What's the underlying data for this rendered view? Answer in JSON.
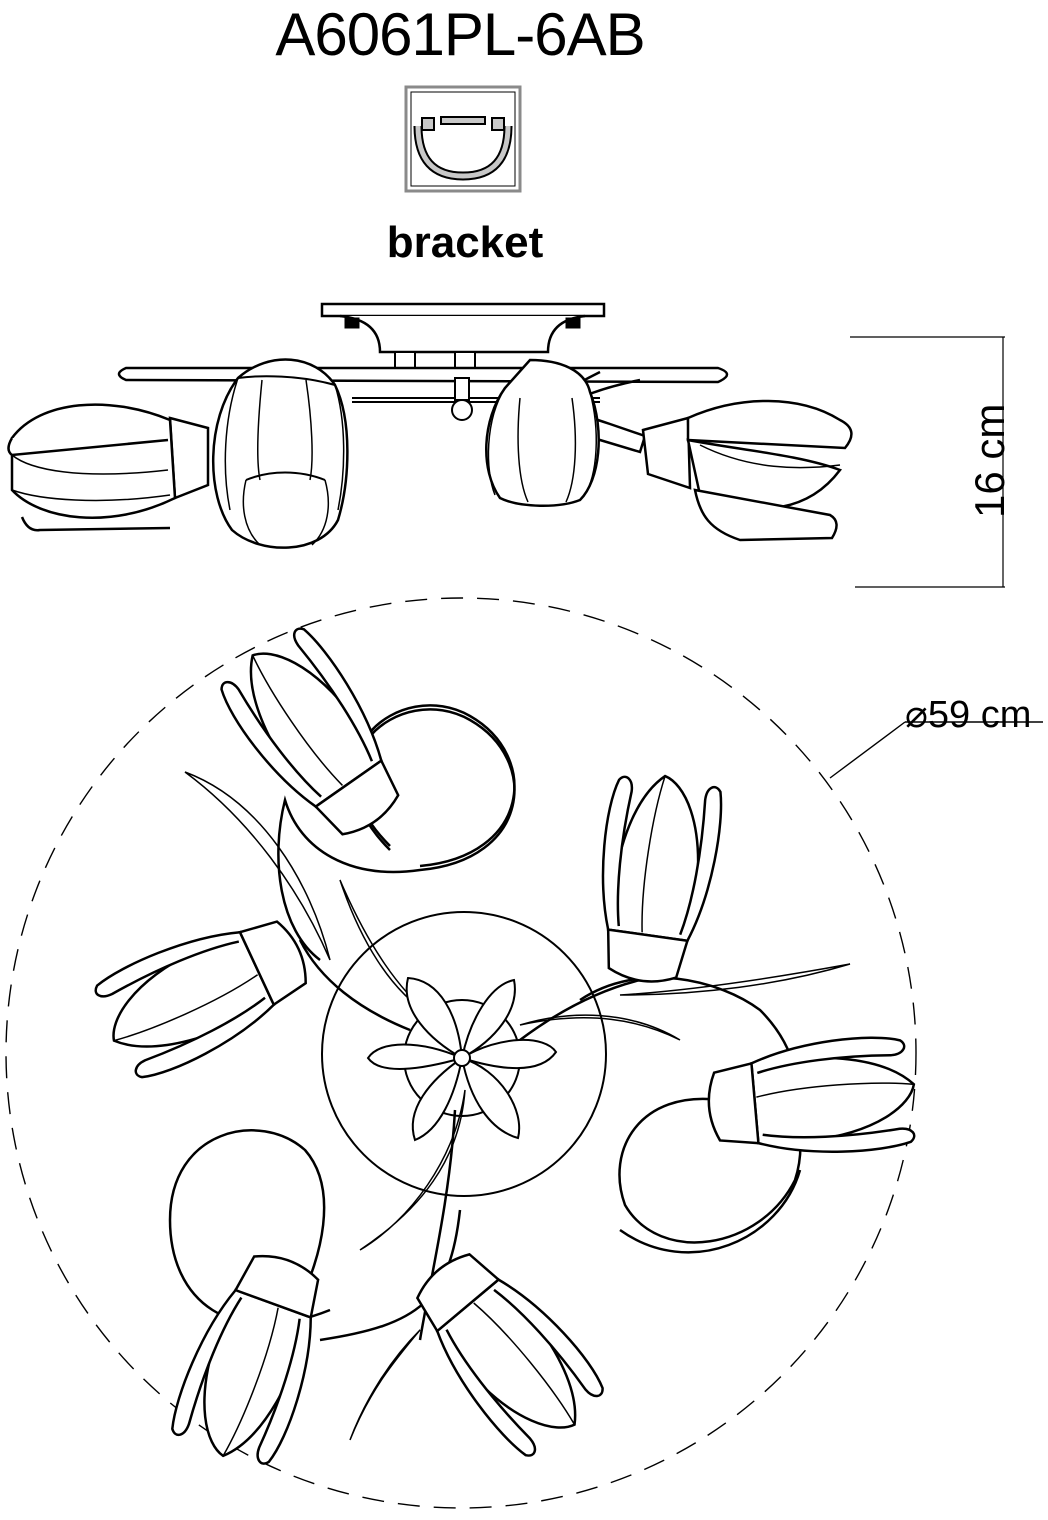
{
  "model_code": "A6061PL-6AB",
  "mount_label": "bracket",
  "mount_icon": "bracket-mount-icon",
  "dimensions": {
    "height_label": "16 cm",
    "diameter_label": "⌀59 cm"
  },
  "views": [
    "side-view",
    "top-view"
  ],
  "colors": {
    "line": "#000000",
    "icon_frame": "#808080"
  }
}
